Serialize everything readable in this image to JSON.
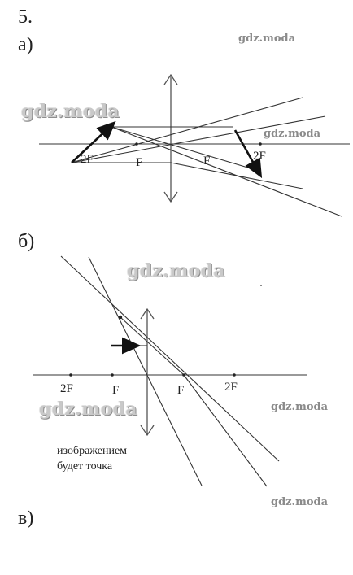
{
  "task": {
    "number": "5."
  },
  "parts": {
    "a": {
      "label": "а)",
      "labels": {
        "f_left": "F",
        "two_f_left": "2F",
        "f_right": "F",
        "two_f_right": "2F"
      }
    },
    "b": {
      "label": "б)",
      "labels": {
        "two_f_left": "2F",
        "f_left": "F",
        "f_right": "F",
        "two_f_right": "2F"
      },
      "note": "изображением\nбудет точка"
    },
    "v": {
      "label": "в)"
    }
  },
  "watermarks": {
    "text": "gdz.moda"
  }
}
